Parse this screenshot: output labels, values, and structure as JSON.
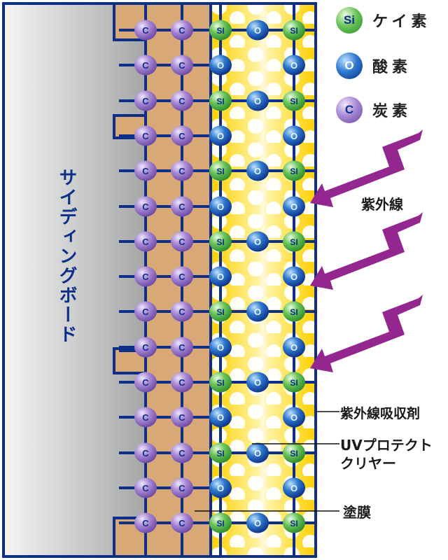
{
  "legend": {
    "items": [
      {
        "symbol": "Si",
        "label": "ケイ素",
        "color": "#3aa53a"
      },
      {
        "symbol": "O",
        "label": "酸素",
        "color": "#1f5bb5"
      },
      {
        "symbol": "C",
        "label": "炭素",
        "color": "#8a63b8"
      }
    ]
  },
  "labels": {
    "siding_board": "サイディングボード",
    "uv_rays": "紫外線",
    "uv_absorber": "紫外線吸収剤",
    "uv_protect_line1": "UVプロテクト",
    "uv_protect_line2": "クリヤー",
    "coating_film": "塗膜"
  },
  "atom_symbols": {
    "carbon": "C",
    "oxygen": "O",
    "silicon": "SI"
  },
  "colors": {
    "outline": "#0d2f8a",
    "coating": "#d8a877",
    "clear": "#ffd21a",
    "uv_arrow": "#93278f",
    "board_light": "#f4f4f4",
    "board_dark": "#a7a9a9"
  }
}
